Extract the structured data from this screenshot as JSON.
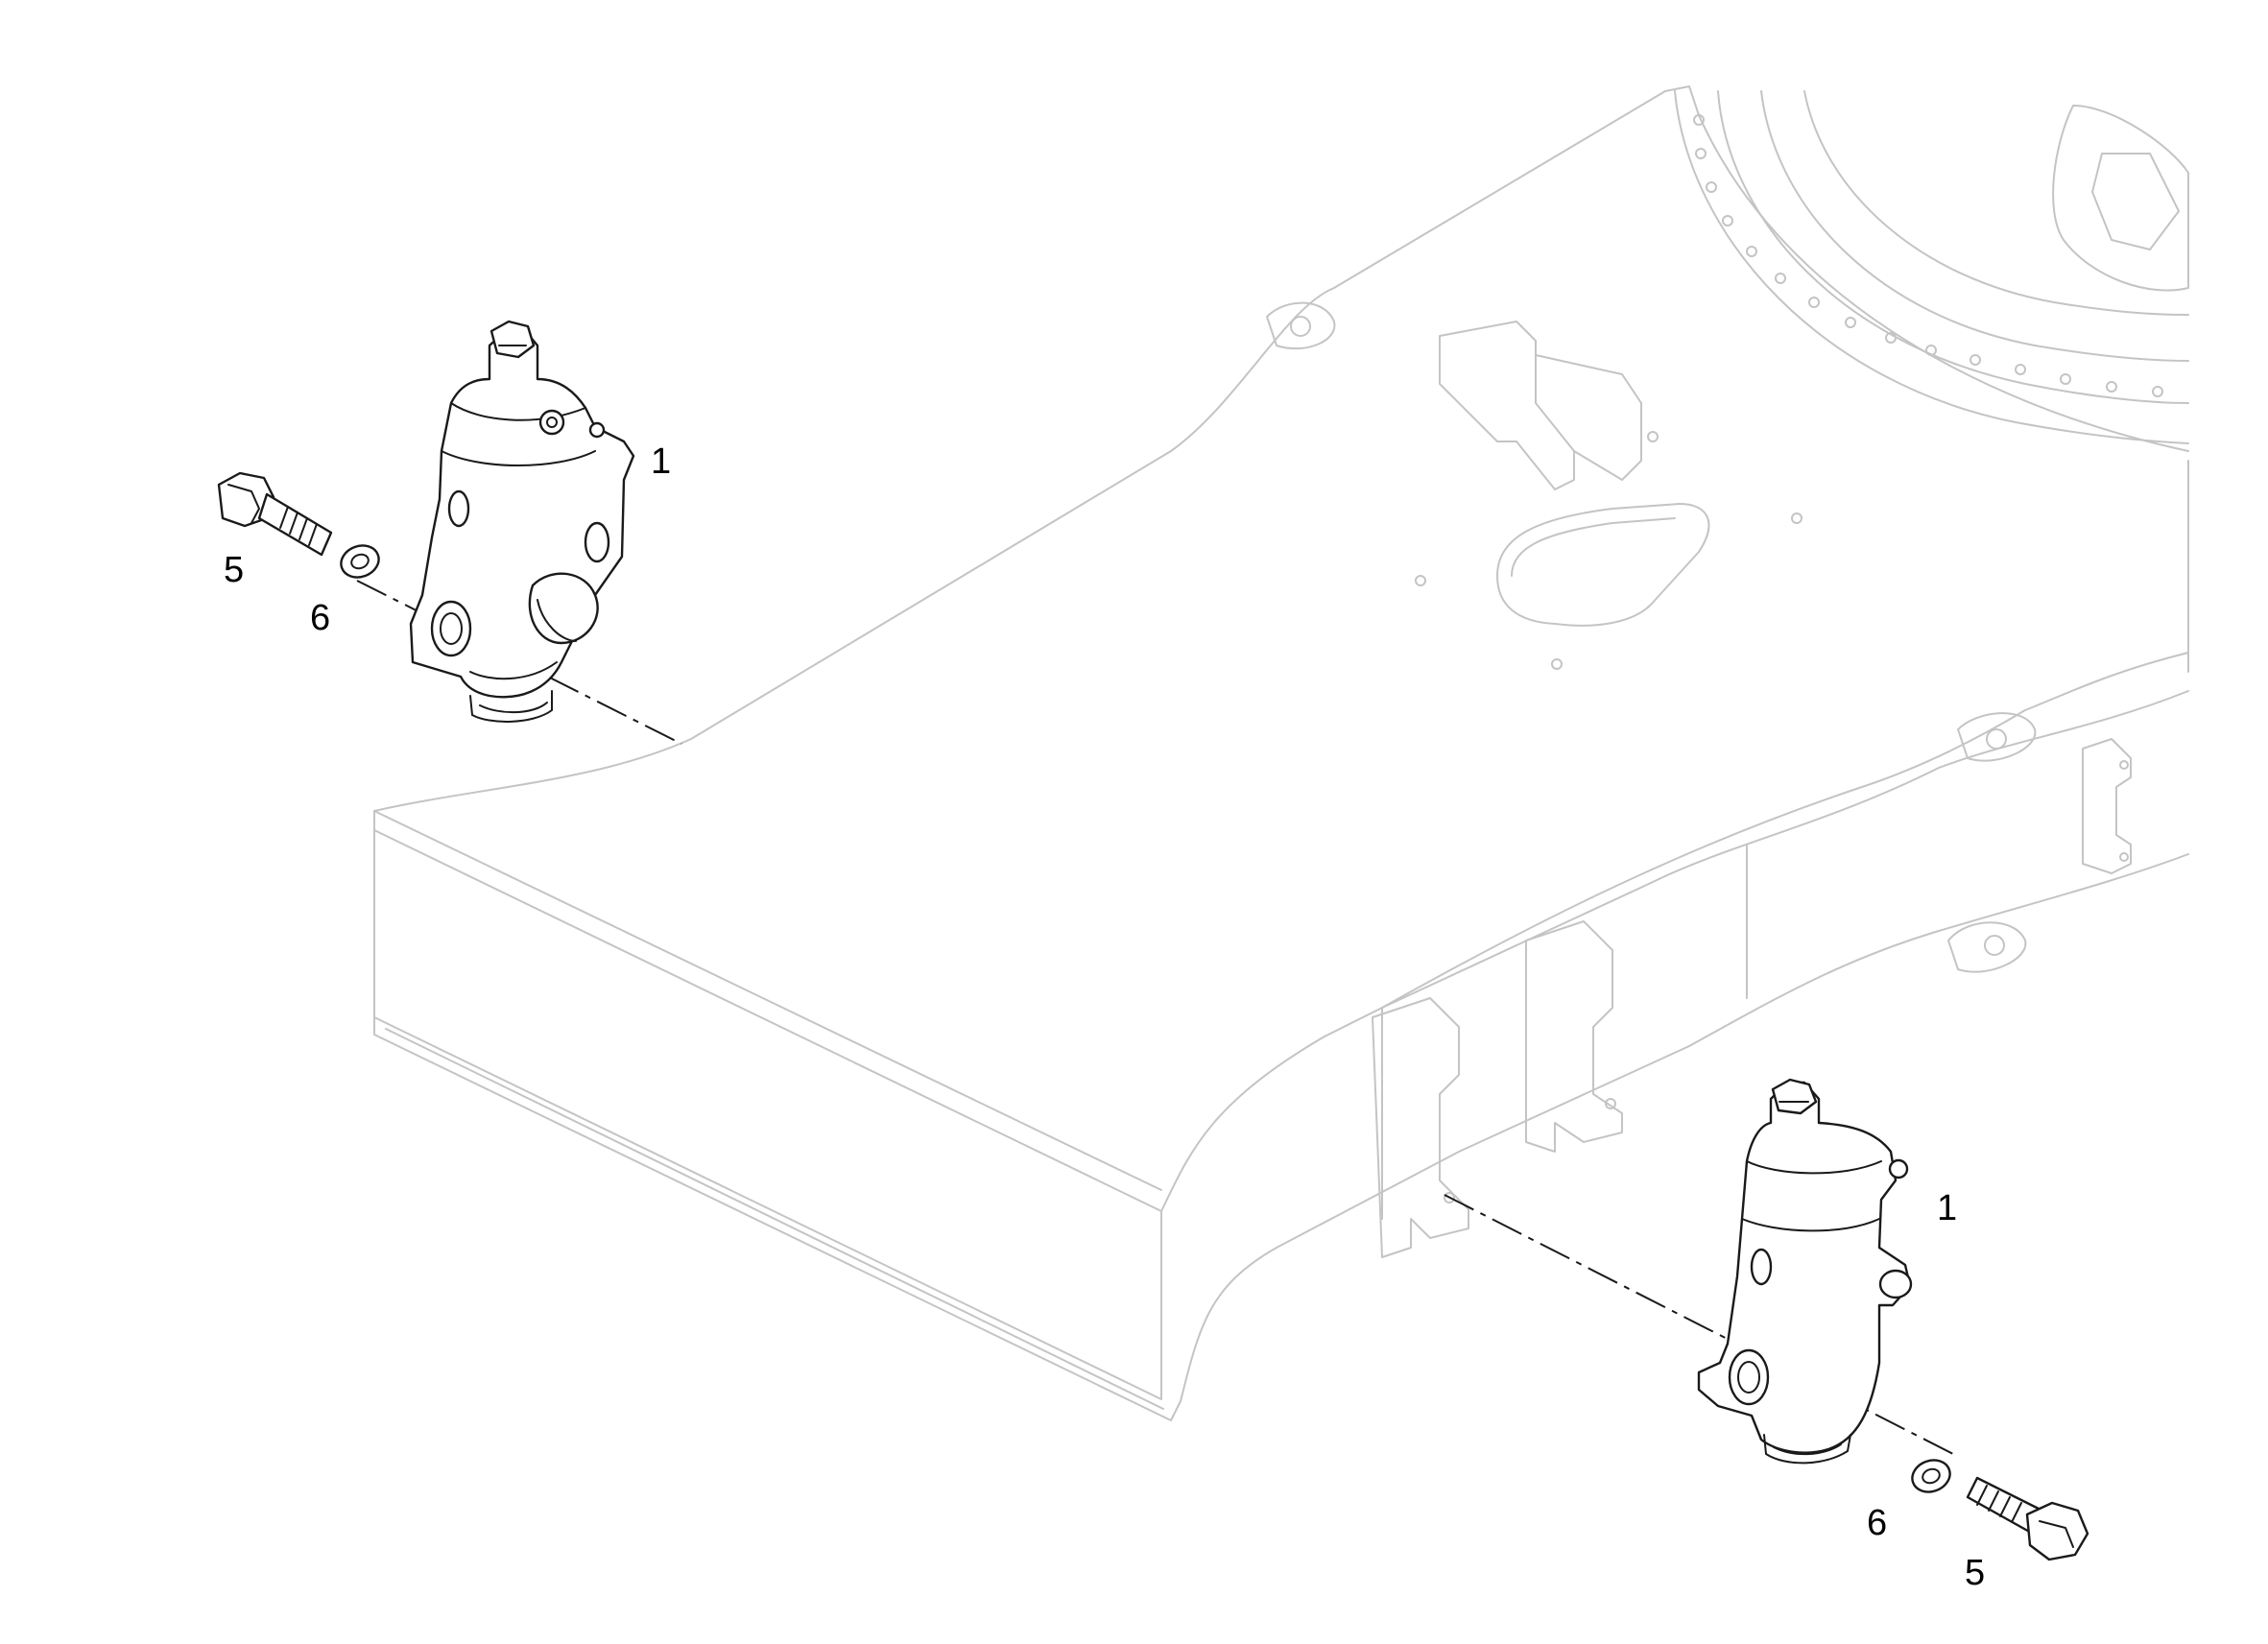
{
  "callouts": {
    "upper_valve": "1",
    "upper_bolt": "5",
    "upper_washer": "6",
    "lower_valve": "1",
    "lower_washer": "6",
    "lower_bolt": "5"
  },
  "colors": {
    "frame_line": "#c4c4c4",
    "part_line": "#1a1a1a",
    "background": "#ffffff"
  }
}
